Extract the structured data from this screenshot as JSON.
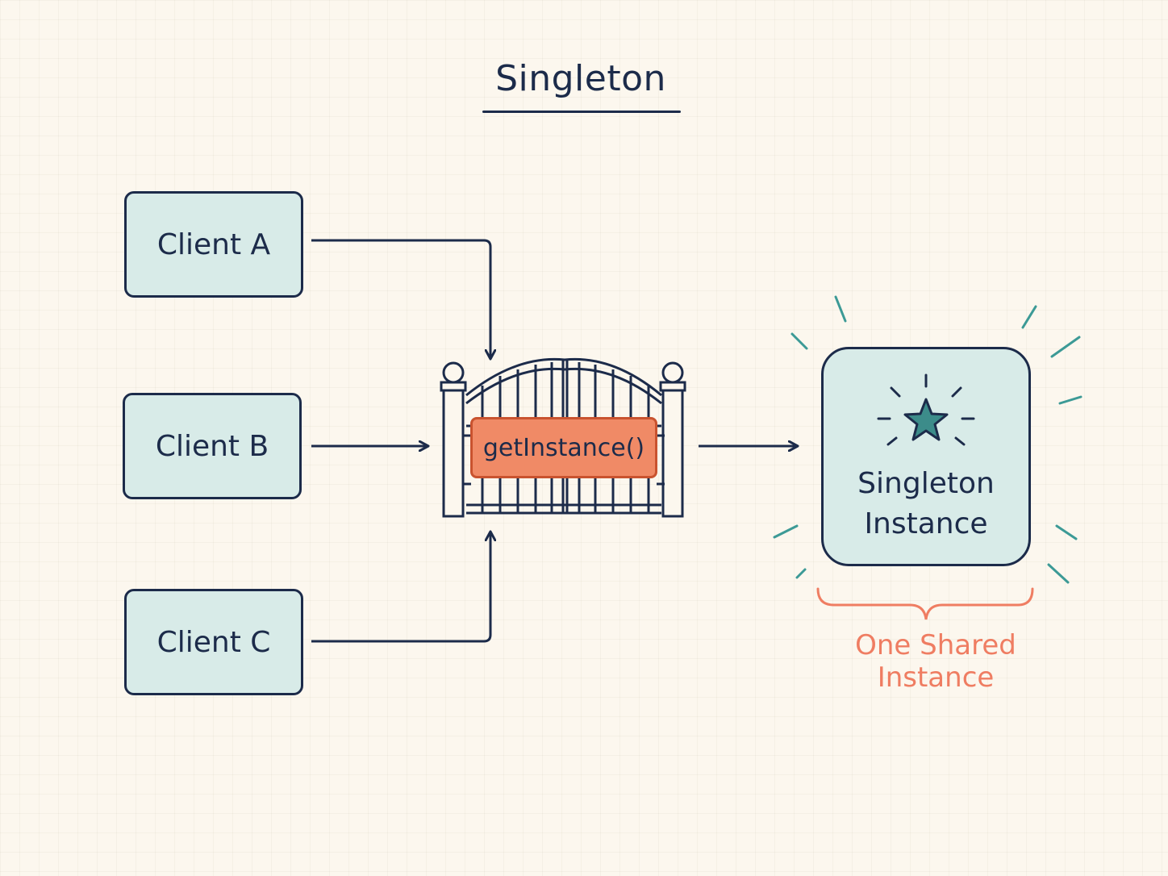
{
  "title": "Singleton",
  "clients": [
    {
      "label": "Client A"
    },
    {
      "label": "Client B"
    },
    {
      "label": "Client C"
    }
  ],
  "gate": {
    "method_label": "getInstance()"
  },
  "instance": {
    "line1": "Singleton",
    "line2": "Instance"
  },
  "brace_label": "One Shared Instance",
  "colors": {
    "ink": "#1c2b4a",
    "box_fill": "#d8ebe8",
    "method_fill": "#f08a66",
    "accent": "#ef7d62",
    "sparkle": "#3c9a96",
    "star": "#3c8c8a",
    "background": "#fcf7ee"
  }
}
